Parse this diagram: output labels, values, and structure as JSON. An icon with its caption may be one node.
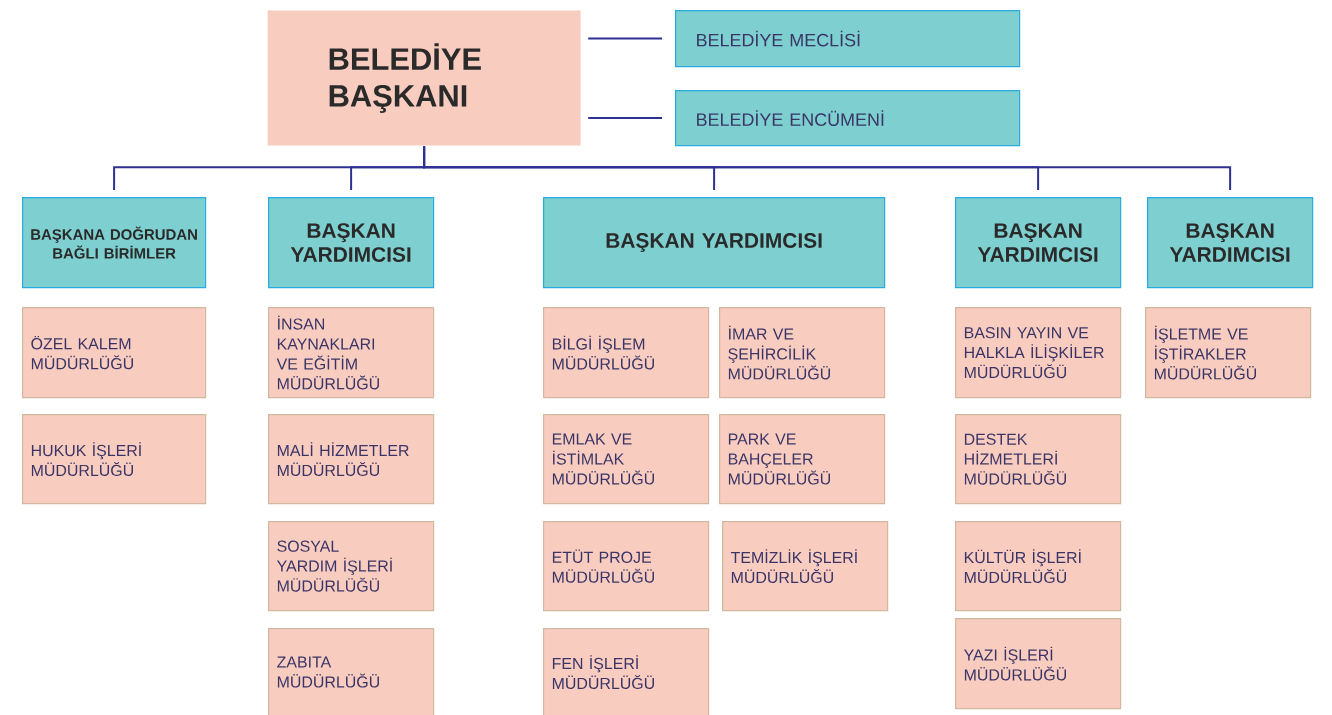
{
  "diagram": {
    "nodes": [
      {
        "text": [
          "BELEDİYE BAŞKANI"
        ]
      },
      {
        "text": [
          "BELEDİYE MECLİSİ"
        ]
      },
      {
        "text": [
          "BELEDİYE ENCÜMENİ"
        ]
      },
      {
        "text": [
          "BAŞKANA DOĞRUDAN BAĞLI BİRİMLER"
        ]
      },
      {
        "text": [
          "BAŞKAN YARDIMCISI"
        ]
      },
      {
        "text": [
          "BAŞKAN YARDIMCISI"
        ]
      },
      {
        "text": [
          "BAŞKAN YARDIMCISI"
        ]
      },
      {
        "text": [
          "BAŞKAN YARDIMCISI"
        ]
      },
      {
        "text": [
          "ÖZEL KALEM MÜDÜRLÜĞÜ"
        ]
      },
      {
        "text": [
          "HUKUK İŞLERİ MÜDÜRLÜĞÜ"
        ]
      },
      {
        "text": [
          "İNSAN KAYNAKLARI VE EĞİTİM MÜDÜRLÜĞÜ"
        ]
      },
      {
        "text": [
          "MALİ HİZMETLER MÜDÜRLÜĞÜ"
        ]
      },
      {
        "text": [
          "SOSYAL YARDIM İŞLERİ MÜDÜRLÜĞÜ"
        ]
      },
      {
        "text": [
          "ZABITA MÜDÜRLÜĞÜ"
        ]
      },
      {
        "text": [
          "BİLGİ İŞLEM MÜDÜRLÜĞÜ"
        ]
      },
      {
        "text": [
          "İMAR VE ŞEHİRCİLİK MÜDÜRLÜĞÜ"
        ]
      },
      {
        "text": [
          "EMLAK VE İSTİMLAK MÜDÜRLÜĞÜ"
        ]
      },
      {
        "text": [
          "PARK VE BAHÇELER MÜDÜRLÜĞÜ"
        ]
      },
      {
        "text": [
          "ETÜT PROJE MÜDÜRLÜĞÜ"
        ]
      },
      {
        "text": [
          "TEMİZLİK İŞLERİ MÜDÜRLÜĞÜ"
        ]
      },
      {
        "text": [
          "FEN İŞLERİ MÜDÜRLÜĞÜ"
        ]
      },
      {
        "text": [
          "BASIN YAYIN VE HALKLA İLİŞKİLER MÜDÜRLÜĞÜ"
        ]
      },
      {
        "text": [
          "DESTEK HİZMETLERİ MÜDÜRLÜĞÜ"
        ]
      },
      {
        "text": [
          "KÜLTÜR İŞLERİ MÜDÜRLÜĞÜ"
        ]
      },
      {
        "text": [
          "YAZI İŞLERİ MÜDÜRLÜĞÜ"
        ]
      },
      {
        "text": [
          "İŞLETME VE İŞTİRAKLER MÜDÜRLÜĞÜ"
        ]
      }
    ],
    "edges": [
      {
        "from": 0,
        "to": 1,
        "arrow": "none"
      },
      {
        "from": 0,
        "to": 2,
        "arrow": "none"
      },
      {
        "from": 0,
        "to": 3,
        "arrow": "none"
      },
      {
        "from": 0,
        "to": 4,
        "arrow": "none"
      },
      {
        "from": 0,
        "to": 5,
        "arrow": "none"
      },
      {
        "from": 0,
        "to": 6,
        "arrow": "none"
      },
      {
        "from": 0,
        "to": 7,
        "arrow": "none"
      }
    ]
  }
}
